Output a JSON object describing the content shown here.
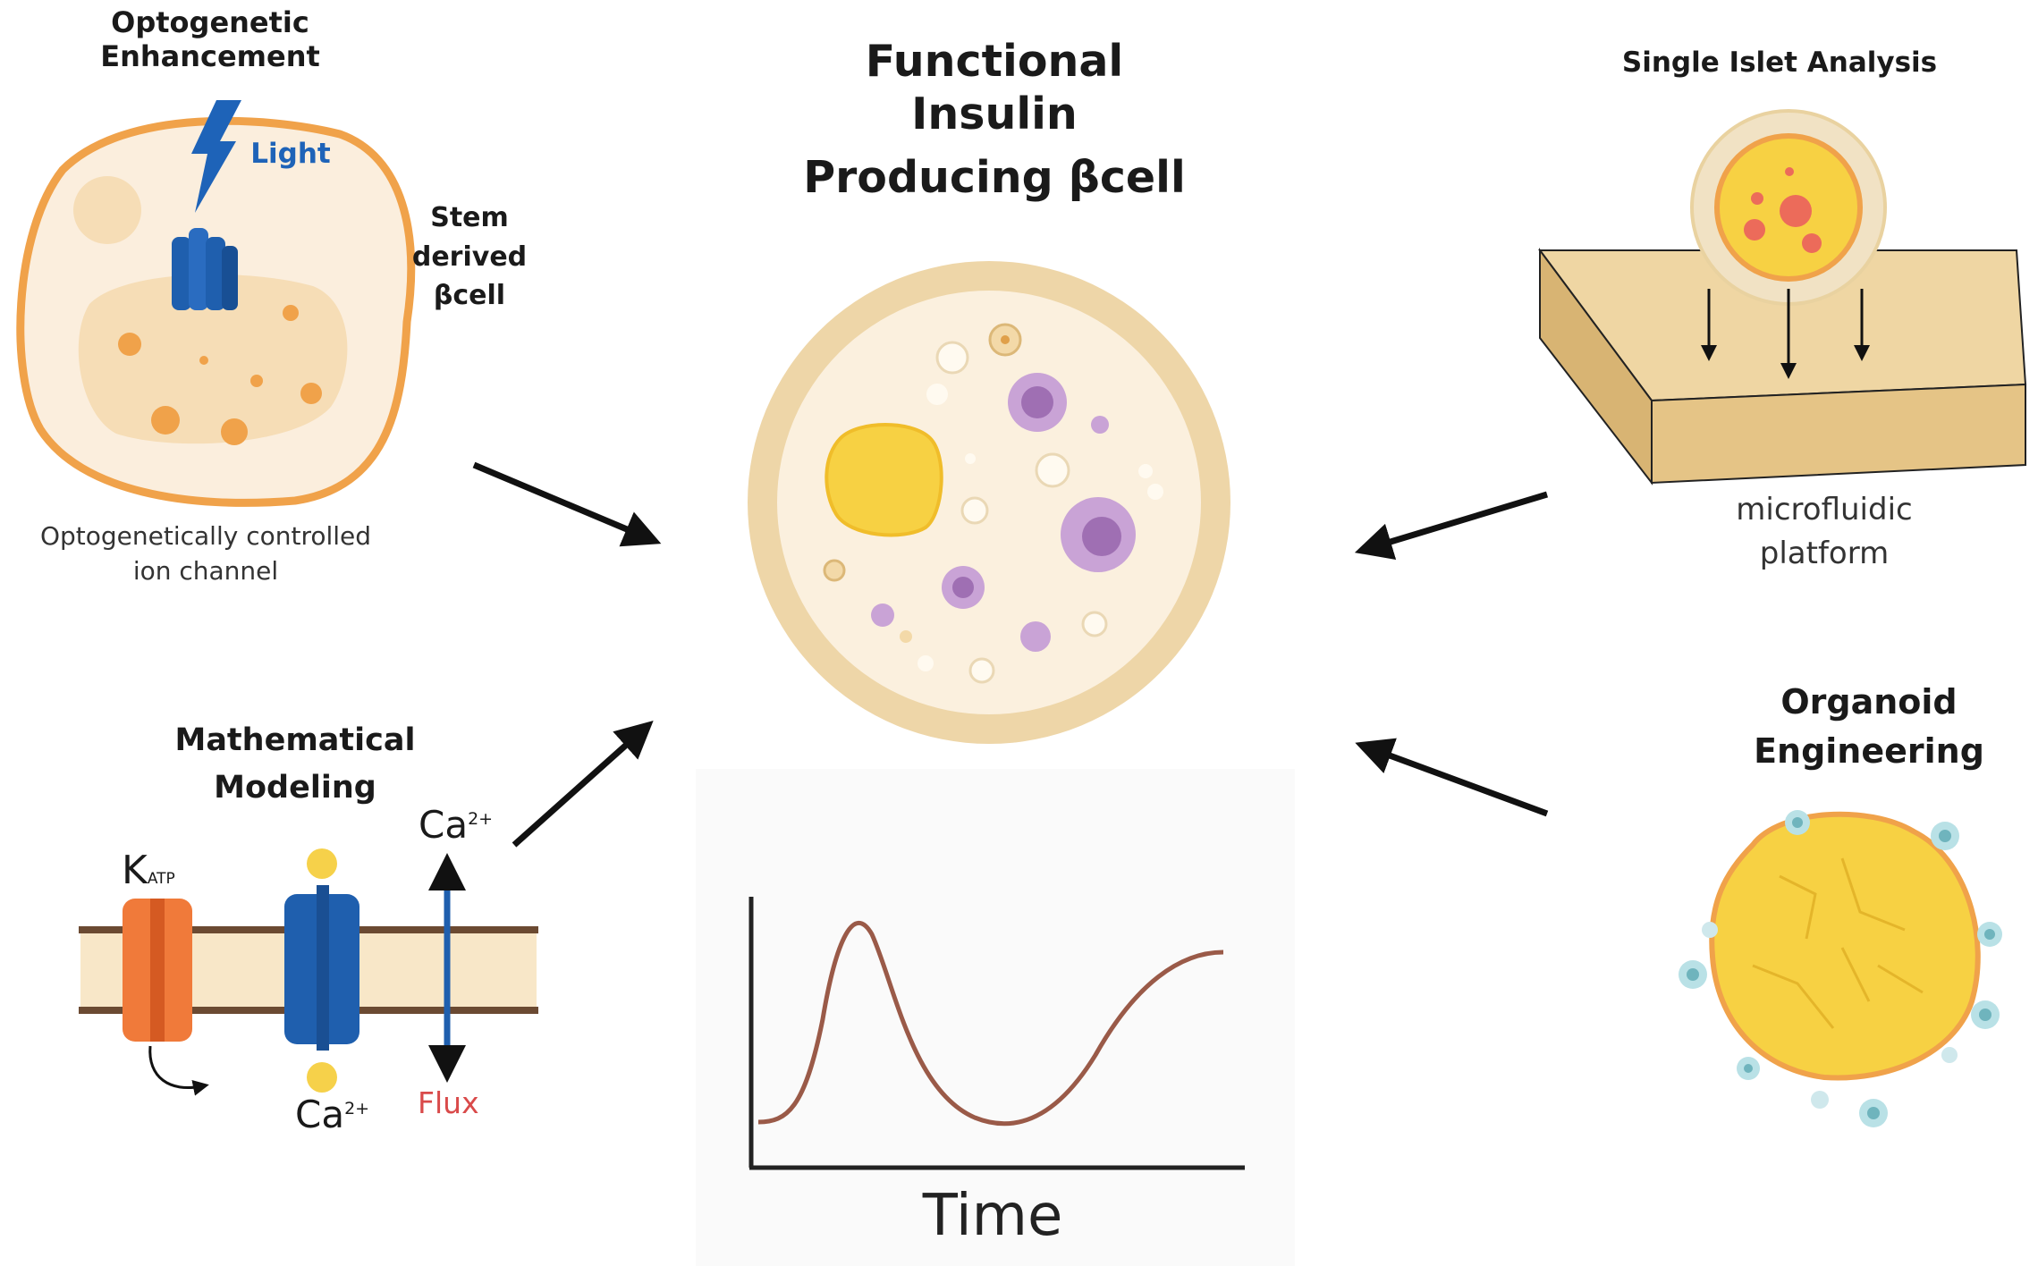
{
  "title": {
    "line1": "Functional Insulin",
    "line2": "Producing βcell"
  },
  "optogenetic": {
    "heading_line1": "Optogenetic",
    "heading_line2": "Enhancement",
    "light": "Light",
    "stem_line1": "Stem",
    "stem_line2": "derived",
    "stem_line3": "βcell",
    "caption_line1": "Optogenetically controlled",
    "caption_line2": "ion channel"
  },
  "single_islet": {
    "heading": "Single Islet Analysis",
    "caption_line1": "microfluidic",
    "caption_line2": "platform"
  },
  "math_model": {
    "heading_line1": "Mathematical",
    "heading_line2": "Modeling",
    "katp_main": "K",
    "katp_sub": "ATP",
    "ca_top_main": "Ca",
    "ca_top_sup": "2+",
    "ca_bottom_main": "Ca",
    "ca_bottom_sup": "2+",
    "flux": "Flux"
  },
  "organoid": {
    "heading_line1": "Organoid",
    "heading_line2": "Engineering"
  },
  "graph": {
    "xlabel": "Time"
  },
  "colors": {
    "cell_outline": "#f0a24a",
    "cell_fill": "#fbeedd",
    "nucleus": "#f6ddb6",
    "channel_blue": "#1f5fae",
    "light_blue": "#1e63b8",
    "flux_red": "#d94a4a",
    "katp_orange": "#f07a3a",
    "platform": "#e8c98e",
    "organoid_yellow": "#f7d143",
    "curve_brown": "#9a5a48",
    "dish_rim": "#eed6a8"
  }
}
